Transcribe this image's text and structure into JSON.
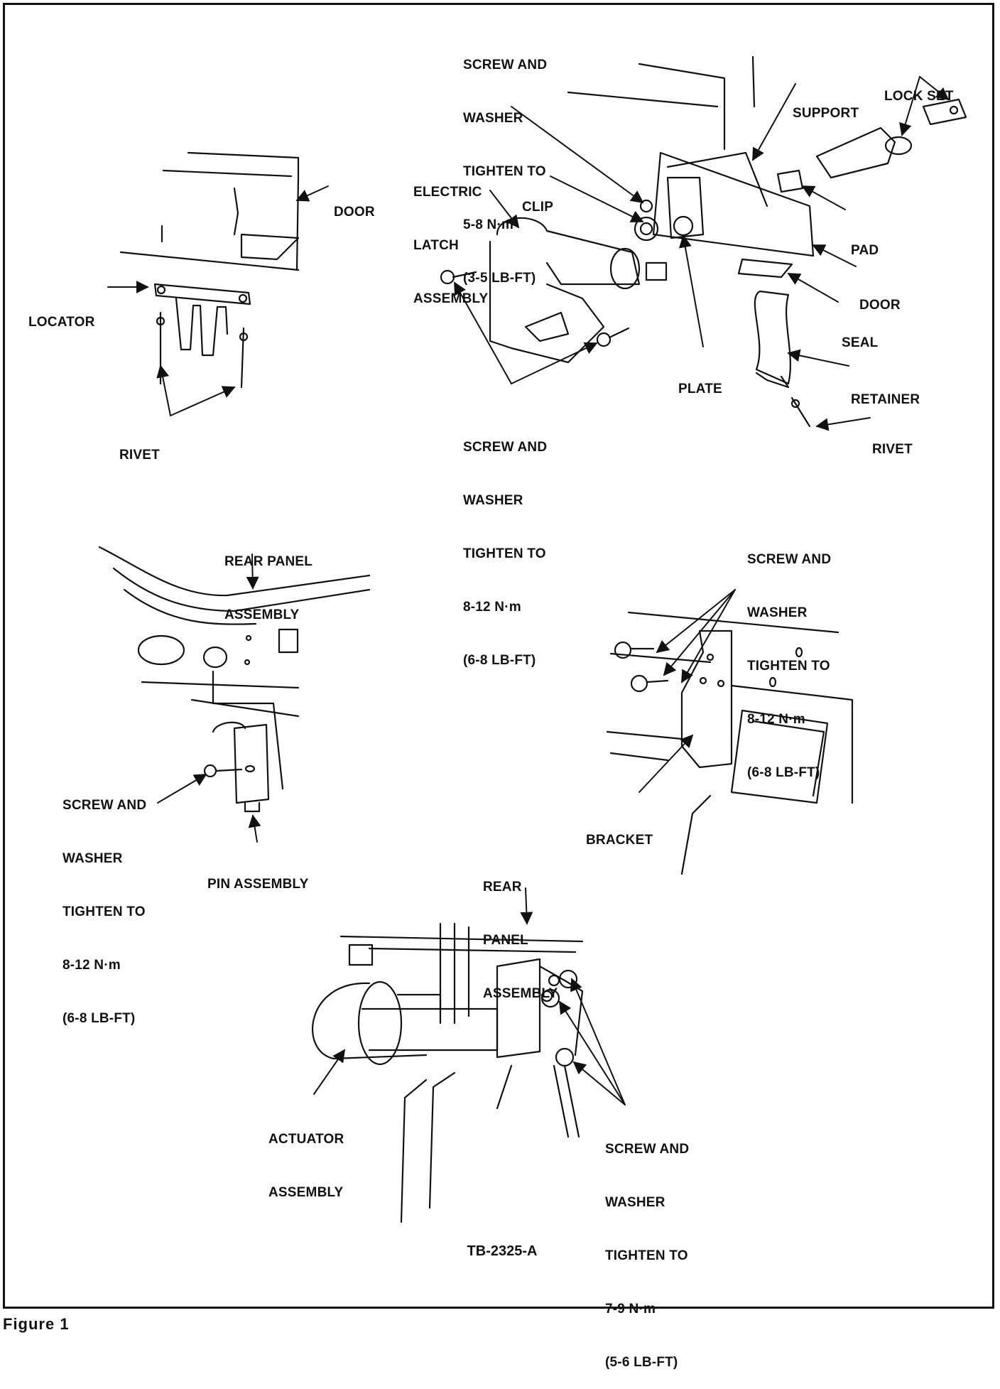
{
  "figure_label": "Figure 1",
  "diagram_id": "TB-2325-A",
  "views": {
    "door_locator": {
      "labels": {
        "door": [
          "DOOR"
        ],
        "locator": [
          "LOCATOR"
        ],
        "rivet": [
          "RIVET"
        ]
      }
    },
    "latch_exploded": {
      "labels": {
        "screw_top": [
          "SCREW AND",
          "WASHER",
          "TIGHTEN TO",
          "5-8 N·m",
          "(3-5 LB-FT)"
        ],
        "electric_latch": [
          "ELECTRIC",
          "LATCH",
          "ASSEMBLY"
        ],
        "clip": [
          "CLIP"
        ],
        "support": [
          "SUPPORT"
        ],
        "lock_set": [
          "LOCK SET"
        ],
        "pad": [
          "PAD"
        ],
        "door": [
          "DOOR"
        ],
        "seal": [
          "SEAL"
        ],
        "plate": [
          "PLATE"
        ],
        "retainer": [
          "RETAINER"
        ],
        "rivet": [
          "RIVET"
        ],
        "screw_bottom": [
          "SCREW AND",
          "WASHER",
          "TIGHTEN TO",
          "8-12 N·m",
          "(6-8 LB-FT)"
        ]
      }
    },
    "pin_assembly": {
      "labels": {
        "rear_panel": [
          "REAR PANEL",
          "ASSEMBLY"
        ],
        "screw": [
          "SCREW AND",
          "WASHER",
          "TIGHTEN TO",
          "8-12 N·m",
          "(6-8 LB-FT)"
        ],
        "pin_assembly": [
          "PIN ASSEMBLY"
        ]
      }
    },
    "bracket": {
      "labels": {
        "screw": [
          "SCREW AND",
          "WASHER",
          "TIGHTEN TO",
          "8-12 N·m",
          "(6-8 LB-FT)"
        ],
        "bracket": [
          "BRACKET"
        ]
      }
    },
    "actuator": {
      "labels": {
        "rear_panel": [
          "REAR",
          "PANEL",
          "ASSEMBLY"
        ],
        "actuator": [
          "ACTUATOR",
          "ASSEMBLY"
        ],
        "screw": [
          "SCREW AND",
          "WASHER",
          "TIGHTEN TO",
          "7-9 N·m",
          "(5-6 LB-FT)"
        ]
      }
    }
  }
}
